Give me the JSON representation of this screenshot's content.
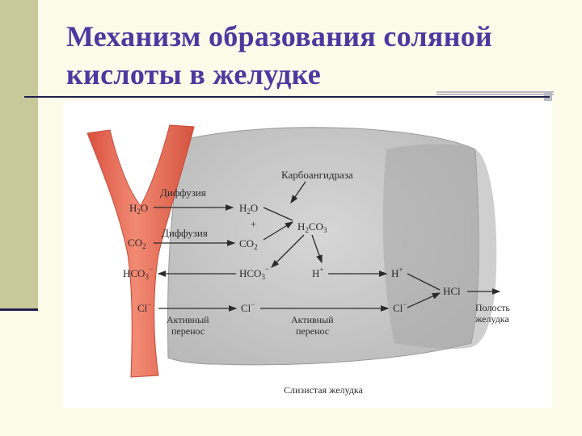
{
  "slide": {
    "title_line1": "Механизм образования соляной",
    "title_line2": "кислоты в желудке"
  },
  "diagram": {
    "enzyme": "Карбоангидраза",
    "diffusion_1": "Диффузия",
    "diffusion_2": "Диффузия",
    "h2o_left_main": "H",
    "h2o_left_sub": "2",
    "h2o_left_tail": "O",
    "h2o_cell_main": "H",
    "h2o_cell_sub": "2",
    "h2o_cell_tail": "O",
    "plus": "+",
    "h2co3_main": "H",
    "h2co3_sub1": "2",
    "h2co3_mid": "CO",
    "h2co3_sub2": "3",
    "co2_left_main": "CO",
    "co2_left_sub": "2",
    "co2_cell_main": "CO",
    "co2_cell_sub": "2",
    "hco3_left_main": "HCO",
    "hco3_left_sub": "3",
    "hco3_left_sup": "−",
    "hco3_cell_main": "HCO",
    "hco3_cell_sub": "3",
    "hco3_cell_sup": "−",
    "h_cell_main": "H",
    "h_cell_sup": "+",
    "h_lumen_main": "H",
    "h_lumen_sup": "+",
    "hcl": "HCl",
    "cl_left_main": "Cl",
    "cl_left_sup": "−",
    "cl_cell_main": "Cl",
    "cl_cell_sup": "−",
    "cl_lumen_main": "Cl",
    "cl_lumen_sup": "−",
    "active_1_line1": "Активный",
    "active_1_line2": "перенос",
    "active_2_line1": "Активный",
    "active_2_line2": "перенос",
    "lumen_line1": "Полость",
    "lumen_line2": "желудка",
    "mucosa": "Слизистая желудка"
  },
  "colors": {
    "title": "#4a3aa0",
    "background": "#fbfbe9",
    "sidebar": "#c8c89a",
    "vessel": "#e8705a",
    "cell": "#c9c9c9"
  }
}
